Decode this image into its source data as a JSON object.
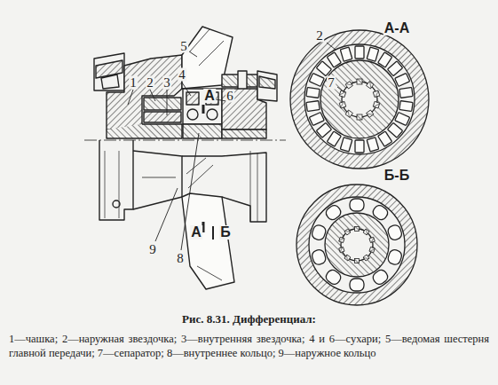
{
  "diagram": {
    "title": "Рис. 8.31. Дифференциал:",
    "caption": "1—чашка; 2—наружная звездочка; 3—внутренняя звездочка; 4 и 6—сухари; 5—ведомая шестерня главной передачи; 7—сепаратор; 8—внутреннее кольцо; 9—наружное кольцо",
    "labels": [
      "2",
      "А-А",
      "7",
      "Б-Б",
      "5",
      "1",
      "2",
      "3",
      "4",
      "А",
      "6",
      "А",
      "Б",
      "9",
      "8"
    ]
  }
}
